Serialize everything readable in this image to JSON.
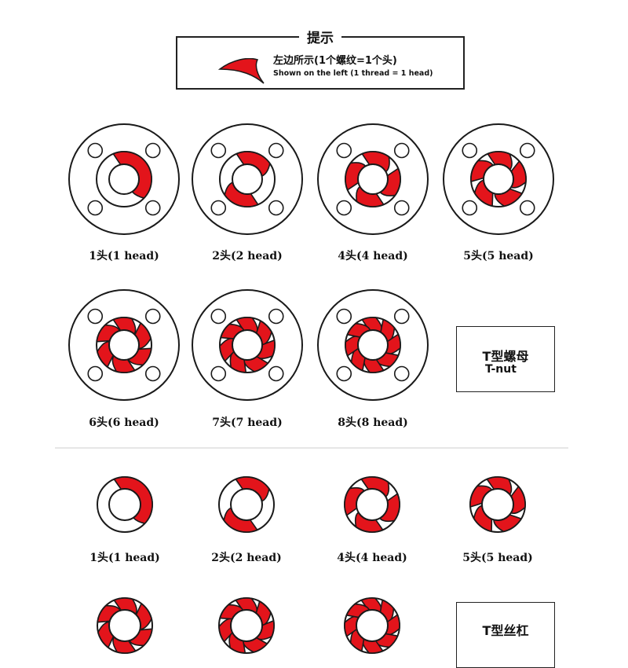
{
  "legend": {
    "title": "提示",
    "line_cn": "左边所示(1个螺纹=1个头)",
    "line_en": "Shown on the left (1 thread = 1 head)"
  },
  "flange_section": {
    "items": [
      {
        "heads": 1,
        "label": "1头(1 head)"
      },
      {
        "heads": 2,
        "label": "2头(2 head)"
      },
      {
        "heads": 4,
        "label": "4头(4 head)"
      },
      {
        "heads": 5,
        "label": "5头(5 head)"
      },
      {
        "heads": 6,
        "label": "6头(6 head)"
      },
      {
        "heads": 7,
        "label": "7头(7 head)"
      },
      {
        "heads": 8,
        "label": "8头(8 head)"
      }
    ],
    "type_box": {
      "cn": "T型螺母",
      "en": "T-nut"
    }
  },
  "screw_section": {
    "items": [
      {
        "heads": 1,
        "label": "1头(1 head)"
      },
      {
        "heads": 2,
        "label": "2头(2 head)"
      },
      {
        "heads": 4,
        "label": "4头(4 head)"
      },
      {
        "heads": 5,
        "label": "5头(5 head)"
      },
      {
        "heads": 6,
        "label": ""
      },
      {
        "heads": 7,
        "label": ""
      },
      {
        "heads": 8,
        "label": ""
      }
    ],
    "type_box": {
      "cn": "T型丝杠",
      "en": ""
    }
  },
  "colors": {
    "thread": "#e3141b",
    "line": "#1a1a1a",
    "divider": "#e6e6e6"
  }
}
